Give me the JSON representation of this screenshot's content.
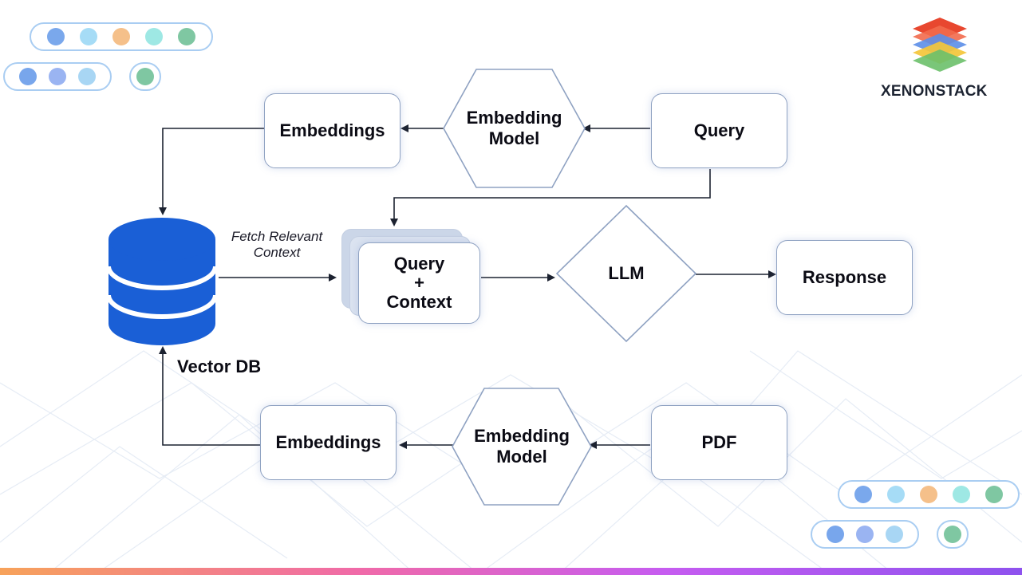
{
  "diagram": {
    "top_row": {
      "embeddings": "Embeddings",
      "embedding_model_line1": "Embedding",
      "embedding_model_line2": "Model",
      "query": "Query"
    },
    "middle_row": {
      "fetch_note_line1": "Fetch Relevant",
      "fetch_note_line2": "Context",
      "query_context_line1": "Query",
      "query_context_line2": "+",
      "query_context_line3": "Context",
      "llm": "LLM",
      "response": "Response",
      "vector_db": "Vector DB"
    },
    "bottom_row": {
      "embeddings": "Embeddings",
      "embedding_model_line1": "Embedding",
      "embedding_model_line2": "Model",
      "pdf": "PDF"
    }
  },
  "brand": {
    "name": "XENONSTACK",
    "logo_icon": "stacked-layers-icon"
  },
  "colors": {
    "database": "#1a5fd6",
    "box_border": "#8fa2c2",
    "arrow": "#1c2230",
    "accent_gradient": [
      "#f7a25a",
      "#f06aa8",
      "#c65cf0",
      "#8e52ee"
    ]
  },
  "decor": {
    "top_pill_colors": [
      "#7aa8ec",
      "#a6dcf6",
      "#f5c08a",
      "#9ee8e4",
      "#7fc7a2"
    ],
    "second_pill_colors": [
      "#78a6ec",
      "#9ab4f2",
      "#a8d6f4"
    ],
    "single_pill_color": "#7fc7a2"
  }
}
